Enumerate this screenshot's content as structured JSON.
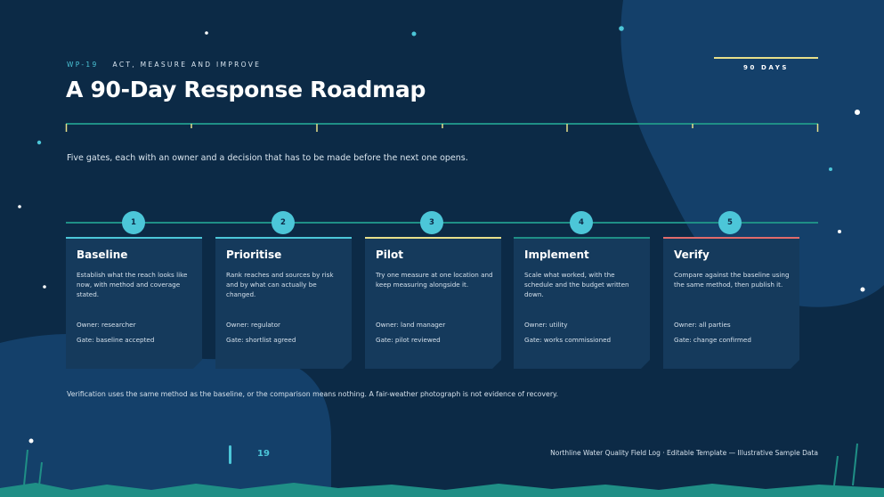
{
  "header": {
    "code": "WP-19",
    "section": "ACT, MEASURE AND IMPROVE",
    "title": "A 90-Day Response Roadmap",
    "days_label": "90 DAYS",
    "subtitle": "Five gates, each with an owner and a decision that has to be made before the next one opens."
  },
  "colors": {
    "background": "#0c2a46",
    "accent_teal": "#4cc6d8",
    "accent_yellow": "#e7df8a",
    "accent_red": "#e06b6b",
    "card": "#153a5c"
  },
  "steps": [
    {
      "number": "1",
      "title": "Baseline",
      "body": "Establish what the reach looks like now, with method and coverage stated.",
      "owner": "Owner: researcher",
      "gate": "Gate: baseline accepted",
      "stripe": "#4cc6d8"
    },
    {
      "number": "2",
      "title": "Prioritise",
      "body": "Rank reaches and sources by risk and by what can actually be changed.",
      "owner": "Owner: regulator",
      "gate": "Gate: shortlist agreed",
      "stripe": "#4cc6d8"
    },
    {
      "number": "3",
      "title": "Pilot",
      "body": "Try one measure at one location and keep measuring alongside it.",
      "owner": "Owner: land manager",
      "gate": "Gate: pilot reviewed",
      "stripe": "#e7df8a"
    },
    {
      "number": "4",
      "title": "Implement",
      "body": "Scale what worked, with the schedule and the budget written down.",
      "owner": "Owner: utility",
      "gate": "Gate: works commissioned",
      "stripe": "#1f8f86"
    },
    {
      "number": "5",
      "title": "Verify",
      "body": "Compare against the baseline using the same method, then publish it.",
      "owner": "Owner: all parties",
      "gate": "Gate: change confirmed",
      "stripe": "#e06b6b"
    }
  ],
  "footnote": "Verification uses the same method as the baseline, or the comparison means nothing. A fair-weather photograph is not evidence of recovery.",
  "footer": {
    "page_number": "19",
    "credit": "Northline Water Quality Field Log · Editable Template — Illustrative Sample Data"
  }
}
